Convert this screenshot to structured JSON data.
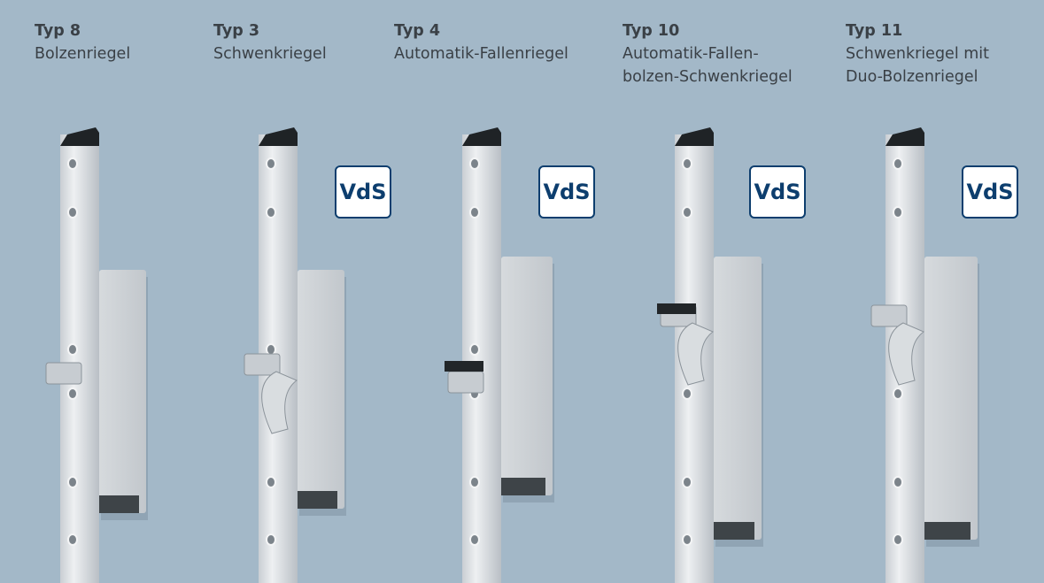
{
  "products": [
    {
      "type": "Typ 8",
      "name_lines": [
        "Bolzenriegel"
      ],
      "badge": null
    },
    {
      "type": "Typ 3",
      "name_lines": [
        "Schwenkriegel"
      ],
      "badge": "VdS"
    },
    {
      "type": "Typ 4",
      "name_lines": [
        "Automatik-Fallenriegel"
      ],
      "badge": "VdS"
    },
    {
      "type": "Typ 10",
      "name_lines": [
        "Automatik-Fallen-",
        "bolzen-Schwenkriegel"
      ],
      "badge": "VdS"
    },
    {
      "type": "Typ 11",
      "name_lines": [
        "Schwenkriegel mit",
        "Duo-Bolzenriegel"
      ],
      "badge": "VdS"
    }
  ],
  "colors": {
    "background": "#a3b8c8",
    "text": "#3a4046",
    "badge": "#0d3e6e"
  }
}
